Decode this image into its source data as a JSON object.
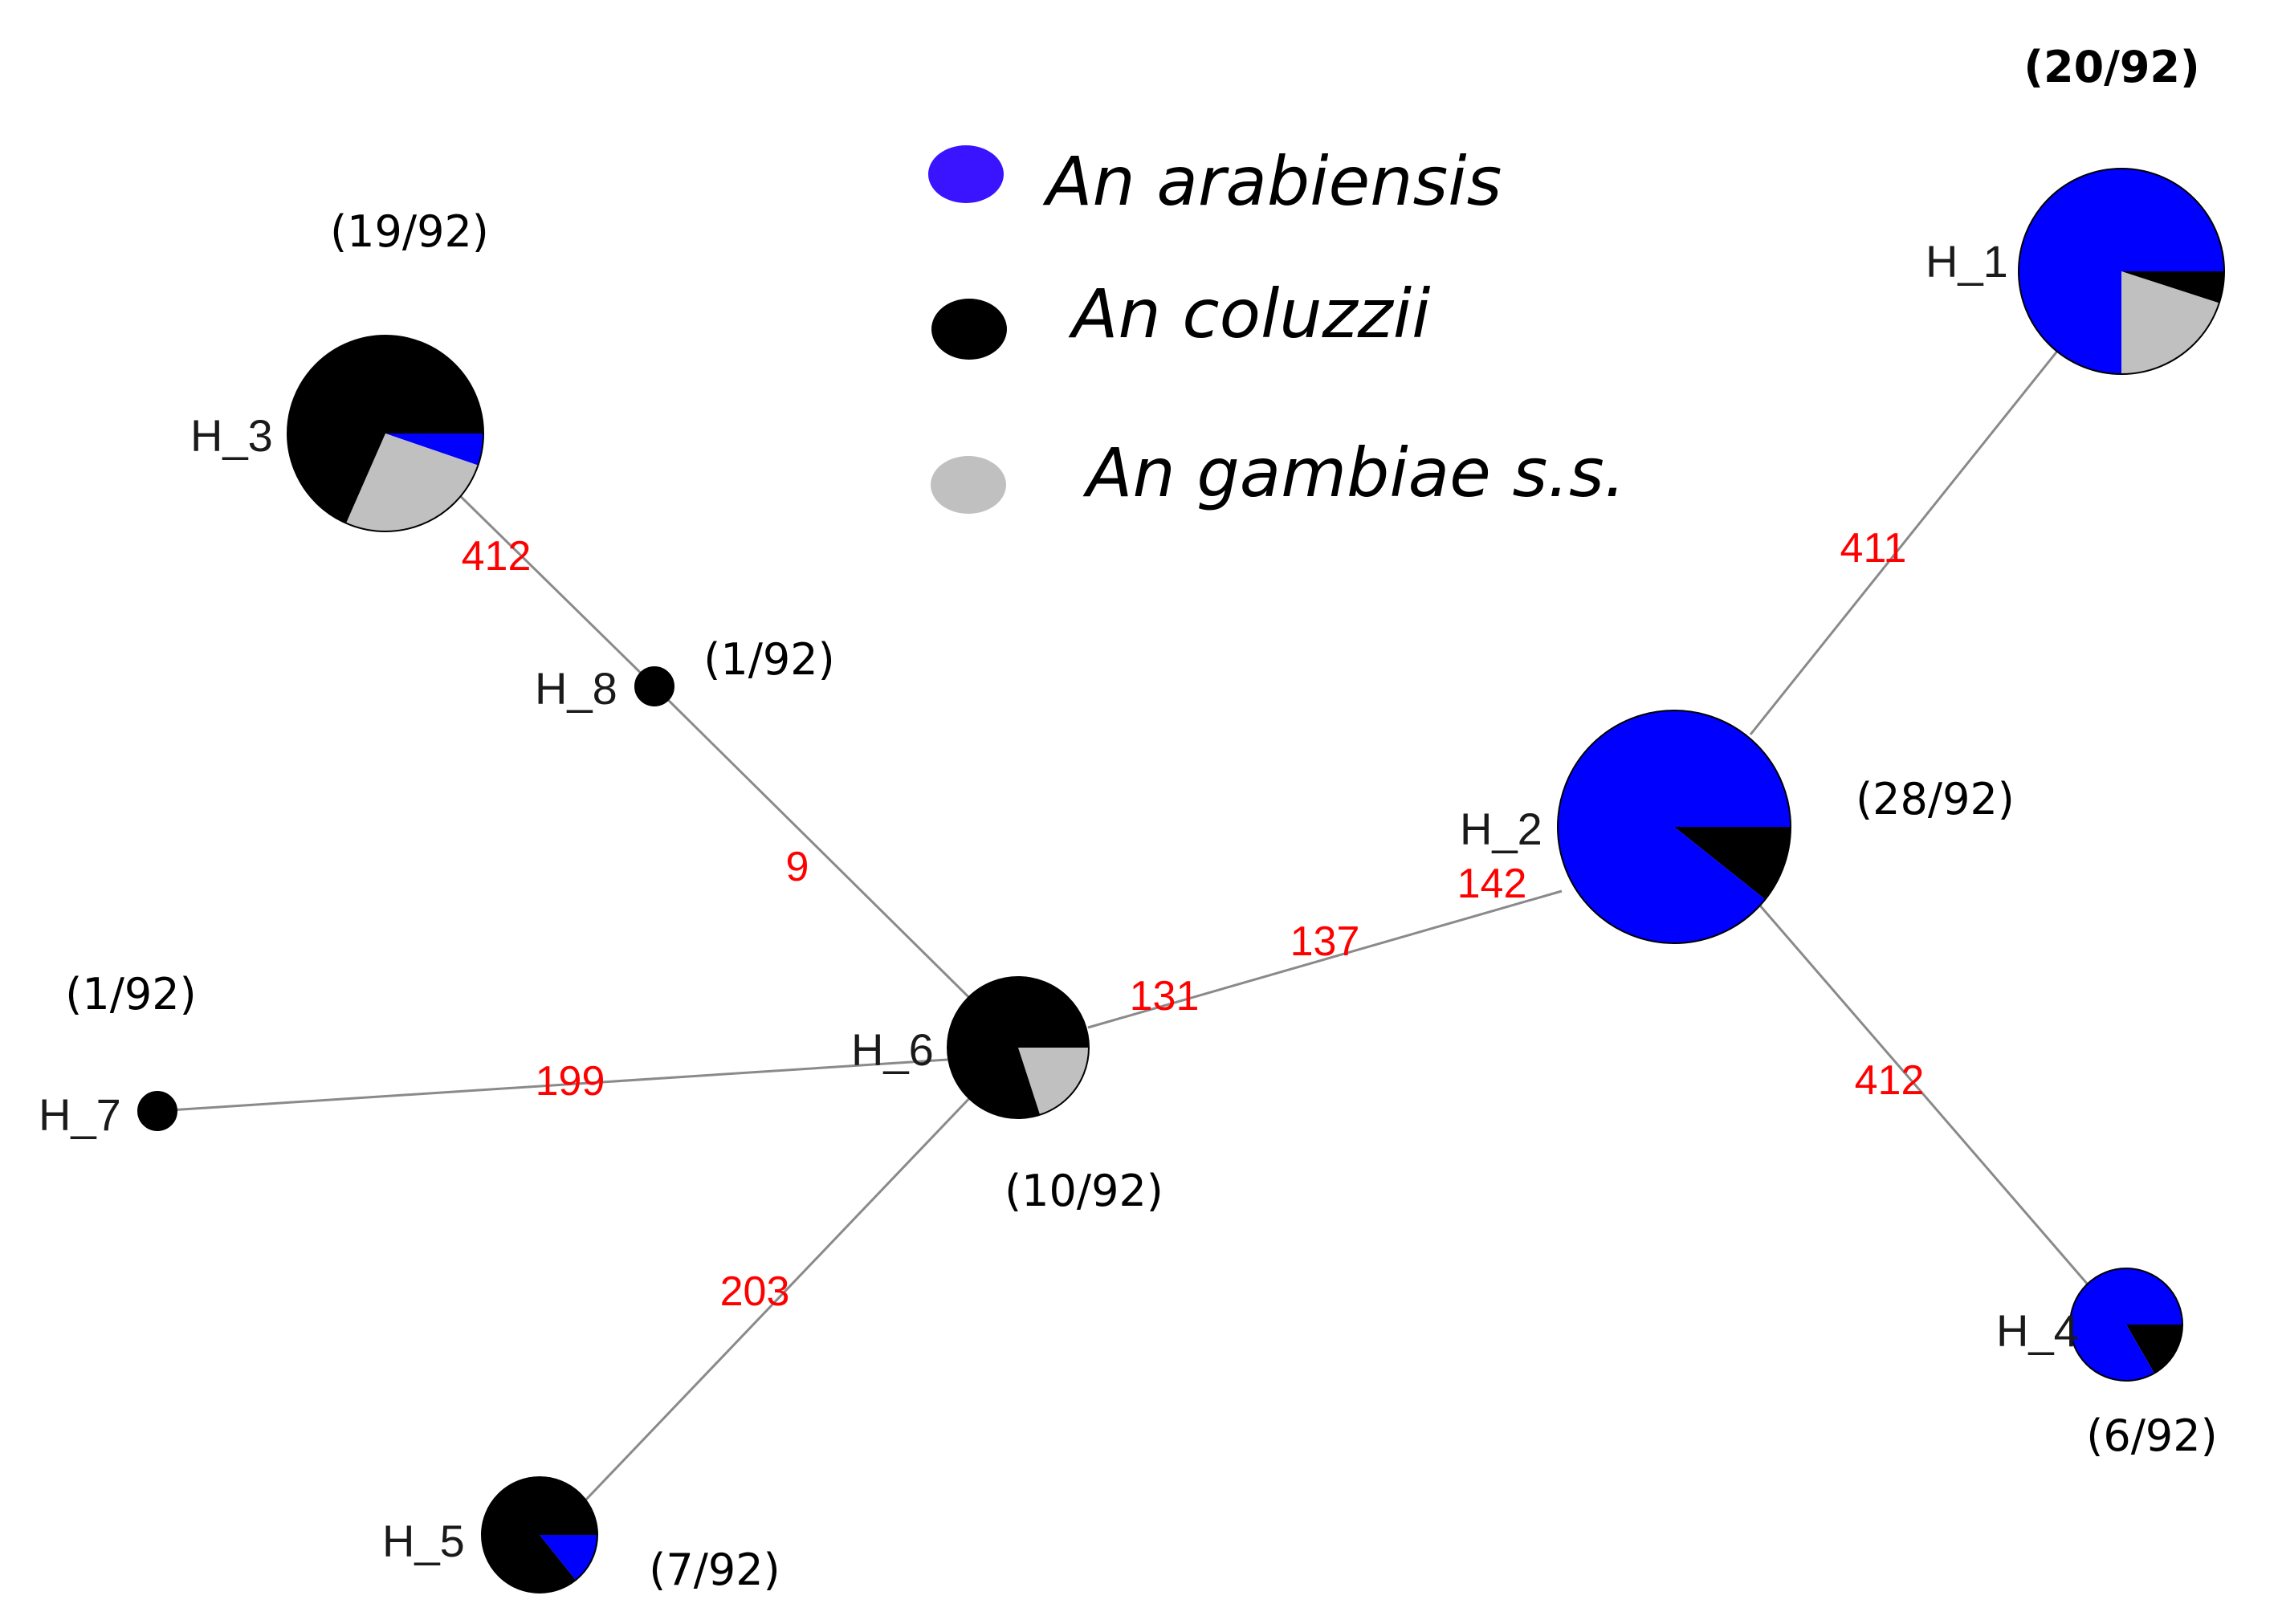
{
  "colors": {
    "arabiensis": "#0000ff",
    "coluzzii": "#000000",
    "gambiae": "#c0c0c0",
    "legend_arabiensis": "#3a14ff",
    "mutation_text": "#ff0000",
    "edge": "#8a8a8a"
  },
  "legend": {
    "items": [
      {
        "key": "arabiensis",
        "label": "An arabiensis"
      },
      {
        "key": "coluzzii",
        "label": "An coluzzii"
      },
      {
        "key": "gambiae",
        "label": "An gambiae s.s."
      }
    ]
  },
  "nodes": {
    "H_1": {
      "label": "H_1",
      "freq": "(20/92)",
      "composition": {
        "arabiensis": 15,
        "coluzzii": 1,
        "gambiae": 4
      }
    },
    "H_2": {
      "label": "H_2",
      "freq": "(28/92)",
      "composition": {
        "arabiensis": 25,
        "coluzzii": 3,
        "gambiae": 0
      }
    },
    "H_3": {
      "label": "H_3",
      "freq": "(19/92)",
      "composition": {
        "arabiensis": 1,
        "coluzzii": 13,
        "gambiae": 5
      }
    },
    "H_4": {
      "label": "H_4",
      "freq": "(6/92)",
      "composition": {
        "arabiensis": 5,
        "coluzzii": 1,
        "gambiae": 0
      }
    },
    "H_5": {
      "label": "H_5",
      "freq": "(7/92)",
      "composition": {
        "arabiensis": 1,
        "coluzzii": 6,
        "gambiae": 0
      }
    },
    "H_6": {
      "label": "H_6",
      "freq": "(10/92)",
      "composition": {
        "arabiensis": 0,
        "coluzzii": 8,
        "gambiae": 2
      }
    },
    "H_7": {
      "label": "H_7",
      "freq": "(1/92)",
      "composition": {
        "arabiensis": 0,
        "coluzzii": 1,
        "gambiae": 0
      }
    },
    "H_8": {
      "label": "H_8",
      "freq": "(1/92)",
      "composition": {
        "arabiensis": 0,
        "coluzzii": 1,
        "gambiae": 0
      }
    }
  },
  "edges": [
    {
      "from": "H_3",
      "to": "H_8",
      "mutations": [
        "412"
      ]
    },
    {
      "from": "H_8",
      "to": "H_6",
      "mutations": [
        "9"
      ]
    },
    {
      "from": "H_7",
      "to": "H_6",
      "mutations": [
        "199"
      ]
    },
    {
      "from": "H_6",
      "to": "H_5",
      "mutations": [
        "203"
      ]
    },
    {
      "from": "H_6",
      "to": "H_2",
      "mutations": [
        "131",
        "137",
        "142"
      ]
    },
    {
      "from": "H_2",
      "to": "H_1",
      "mutations": [
        "411"
      ]
    },
    {
      "from": "H_2",
      "to": "H_4",
      "mutations": [
        "412"
      ]
    }
  ]
}
